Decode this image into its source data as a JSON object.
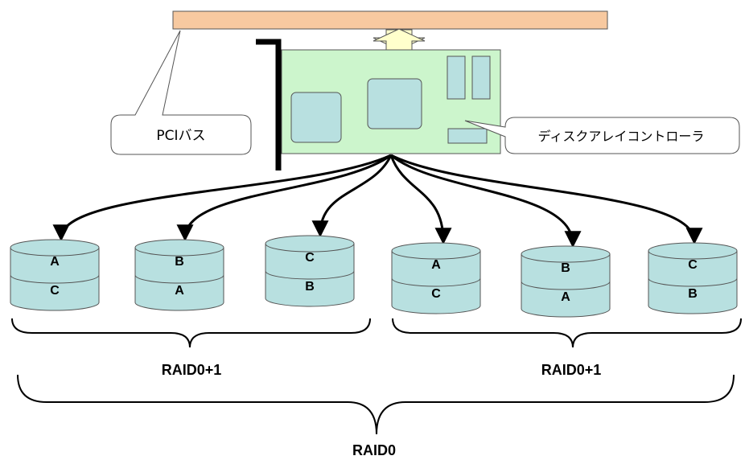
{
  "pci_bus_label": "PCIバス",
  "controller_label": "ディスクアレイコントローラ",
  "disks": [
    {
      "top": "A",
      "bottom": "C"
    },
    {
      "top": "B",
      "bottom": "A"
    },
    {
      "top": "C",
      "bottom": "B"
    },
    {
      "top": "A",
      "bottom": "C"
    },
    {
      "top": "B",
      "bottom": "A"
    },
    {
      "top": "C",
      "bottom": "B"
    }
  ],
  "groups": [
    {
      "label": "RAID0+1"
    },
    {
      "label": "RAID0+1"
    }
  ],
  "overall_label": "RAID0",
  "colors": {
    "pci_bus": "#f7c9a0",
    "board": "#ccf5cc",
    "chip": "#b8e0e0",
    "disk": "#b8e0e0",
    "arrow_fill": "#ffffcc"
  }
}
